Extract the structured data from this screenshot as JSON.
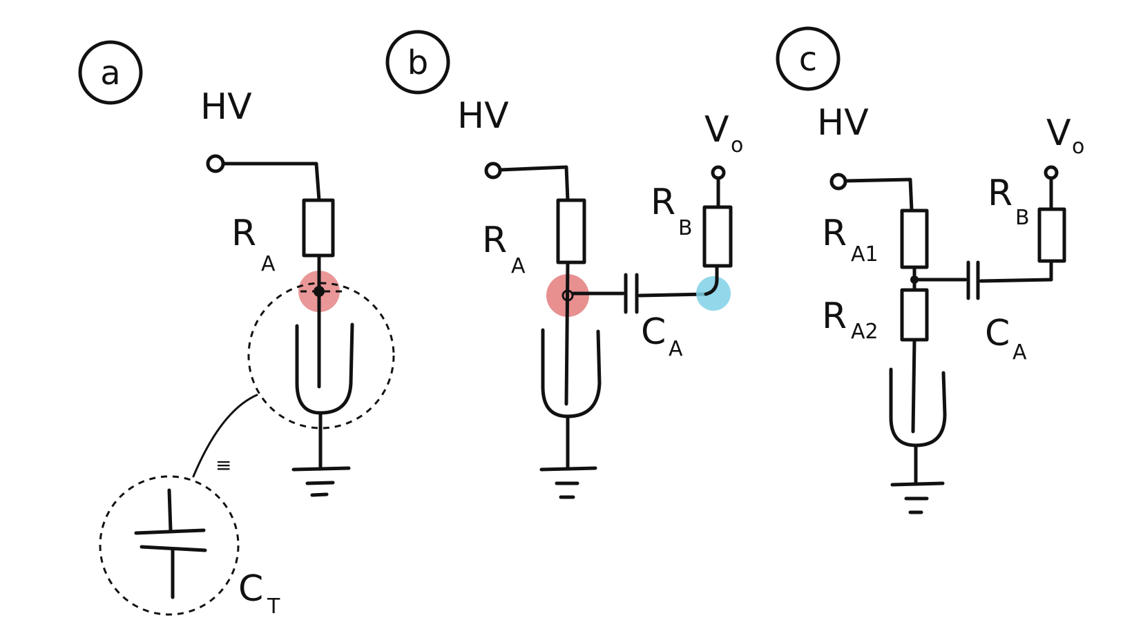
{
  "panels": {
    "a": {
      "tag": "a",
      "hv": "HV",
      "ra": {
        "main": "R",
        "sub": "A"
      },
      "ct": {
        "main": "C",
        "sub": "T"
      },
      "eq": "≡"
    },
    "b": {
      "tag": "b",
      "hv": "HV",
      "ra": {
        "main": "R",
        "sub": "A"
      },
      "rb": {
        "main": "R",
        "sub": "B"
      },
      "ca": {
        "main": "C",
        "sub": "A"
      },
      "vo": {
        "main": "V",
        "sub": "o"
      }
    },
    "c": {
      "tag": "c",
      "hv": "HV",
      "ra1": {
        "main": "R",
        "sub": "A1"
      },
      "ra2": {
        "main": "R",
        "sub": "A2"
      },
      "rb": {
        "main": "R",
        "sub": "B"
      },
      "ca": {
        "main": "C",
        "sub": "A"
      },
      "vo": {
        "main": "V",
        "sub": "o"
      }
    }
  },
  "highlight_colors": {
    "anode_node": "#e06b6b",
    "output_node": "#7fd0e6"
  }
}
